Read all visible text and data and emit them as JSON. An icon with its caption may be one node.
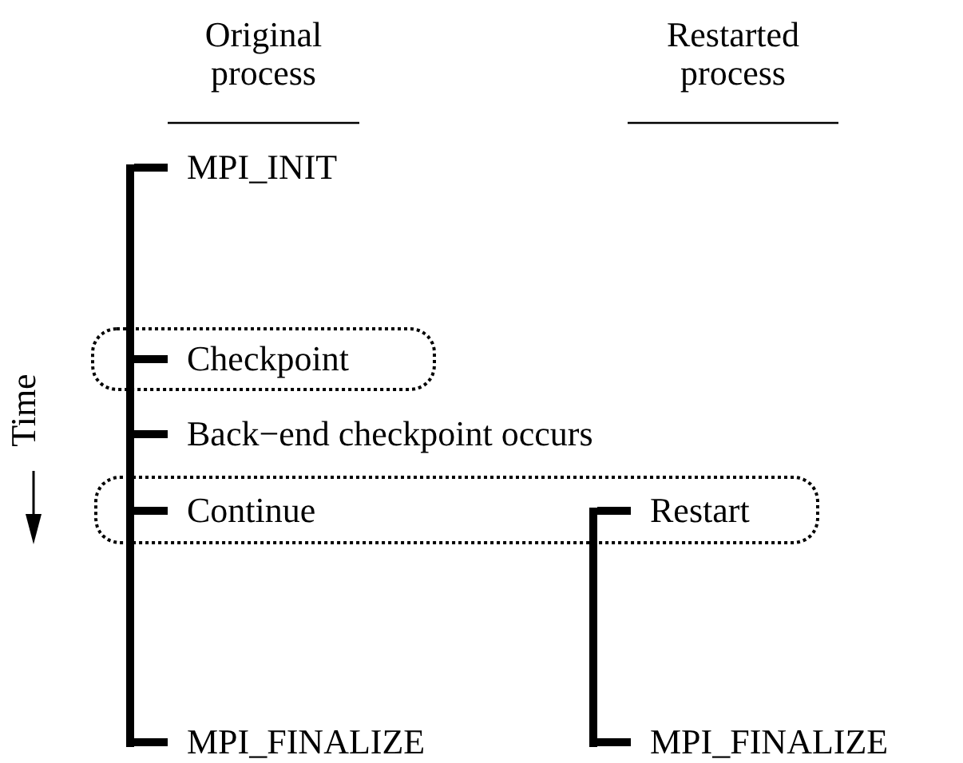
{
  "diagram": {
    "nodes": [
      {
        "text": [
          "MPI_INIT"
        ]
      },
      {
        "text": [],
        "shape": "box"
      },
      {
        "text": [
          "Checkpoint"
        ],
        "in": 1
      },
      {
        "text": [
          "Back−end checkpoint occurs"
        ]
      },
      {
        "text": [],
        "shape": "box"
      },
      {
        "text": [
          "Continue"
        ],
        "in": 4
      },
      {
        "text": [
          "Restart"
        ],
        "in": 4
      },
      {
        "text": [
          "MPI_FINALIZE"
        ]
      },
      {
        "text": [
          "MPI_FINALIZE"
        ]
      },
      {
        "text": [],
        "shape": "bar"
      },
      {
        "text": [],
        "shape": "bar"
      }
    ],
    "edges": [
      {
        "from": 9,
        "to": 0,
        "arrow": "none"
      },
      {
        "from": 9,
        "to": 2,
        "arrow": "none"
      },
      {
        "from": 9,
        "to": 3,
        "arrow": "none"
      },
      {
        "from": 9,
        "to": 5,
        "arrow": "none"
      },
      {
        "from": 9,
        "to": 7,
        "arrow": "none"
      },
      {
        "from": 10,
        "to": 6,
        "arrow": "none"
      },
      {
        "from": 10,
        "to": 8,
        "arrow": "none"
      }
    ],
    "labels": [
      "Original process",
      "Restarted process",
      "Time"
    ]
  }
}
